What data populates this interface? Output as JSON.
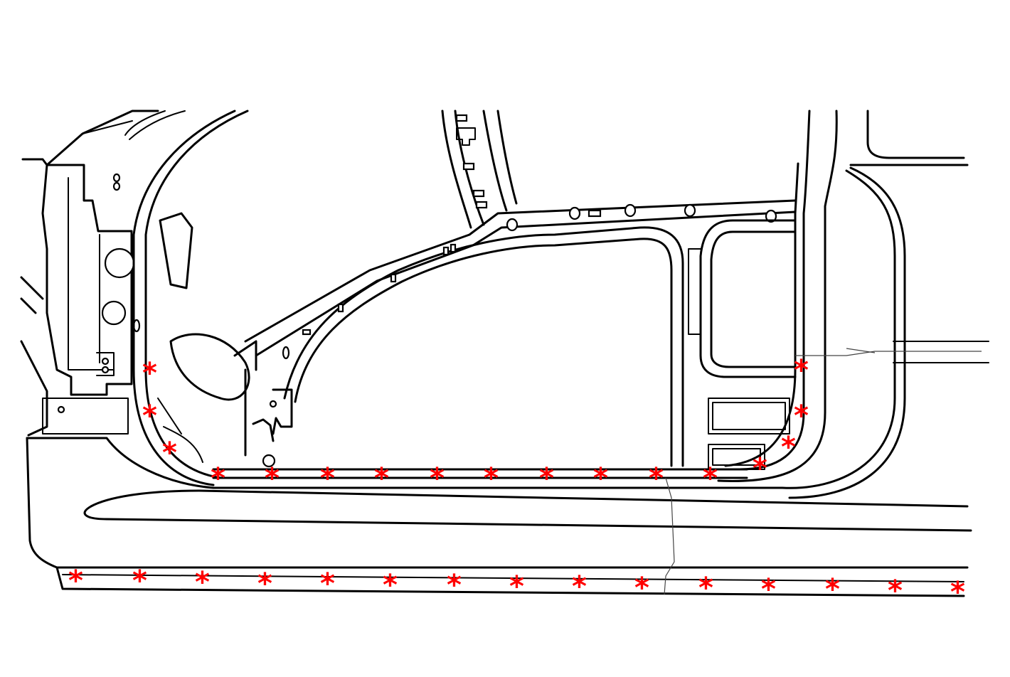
{
  "diagram": {
    "subject": "vehicle-side-body-structure-sill-and-pillars",
    "marker_glyph": "*",
    "marker_color": "#ff0000",
    "line_color": "#000000",
    "background": "#ffffff",
    "weld_marker_counts": {
      "front_pillar": 3,
      "rear_pillar": 4,
      "upper_sill_flange": 10,
      "lower_sill_flange": 15
    }
  }
}
